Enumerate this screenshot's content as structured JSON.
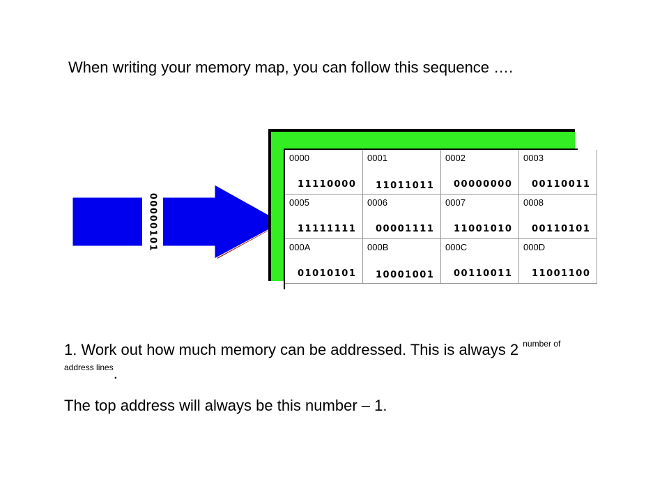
{
  "intro": {
    "text": "When writing your memory map, you can follow this sequence …."
  },
  "arrow": {
    "label": "00000101",
    "color": "#0000ee"
  },
  "panel": {
    "color": "#33ee22"
  },
  "memory": {
    "rows": [
      [
        {
          "addr": "0000",
          "val": "11110000"
        },
        {
          "addr": "0001",
          "val": "11011011"
        },
        {
          "addr": "0002",
          "val": "00000000"
        },
        {
          "addr": "0003",
          "val": "00110011"
        }
      ],
      [
        {
          "addr": "0005",
          "val": "11111111"
        },
        {
          "addr": "0006",
          "val": "00001111"
        },
        {
          "addr": "0007",
          "val": "11001010"
        },
        {
          "addr": "0008",
          "val": "00110101"
        }
      ],
      [
        {
          "addr": "000A",
          "val": "01010101"
        },
        {
          "addr": "000B",
          "val": "10001001"
        },
        {
          "addr": "000C",
          "val": "00110011"
        },
        {
          "addr": "000D",
          "val": "11001100"
        }
      ]
    ]
  },
  "step1": {
    "prefix": "1.  Work out how much memory can be addressed.  This is always 2 ",
    "superscript": "number of address lines",
    "suffix": "."
  },
  "step2": {
    "text": "The top address will always be this number – 1."
  }
}
